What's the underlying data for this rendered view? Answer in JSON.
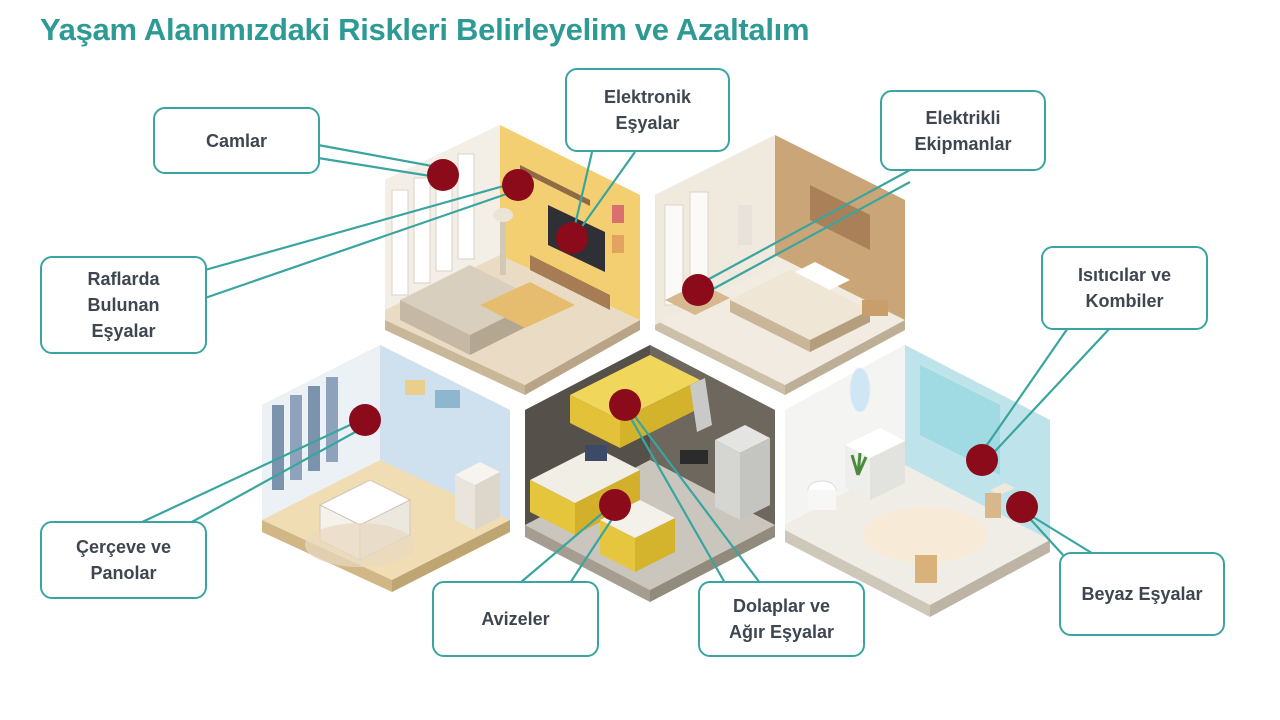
{
  "title": "Yaşam Alanımızdaki Riskleri Belirleyelim ve Azaltalım",
  "colors": {
    "accent": "#2e9a96",
    "line": "#3aa5a0",
    "marker": "#8b0b1a",
    "text": "#3e4650"
  },
  "callouts": {
    "camlar": "Camlar",
    "elektronik": "Elektronik\nEşyalar",
    "elektrikli": "Elektrikli\nEkipmanlar",
    "raflarda": "Raflarda\nBulunan\nEşyalar",
    "isiticilar": "Isıtıcılar ve\nKombiler",
    "cerceve": "Çerçeve ve\nPanolar",
    "avizeler": "Avizeler",
    "dolaplar": "Dolaplar ve\nAğır Eşyalar",
    "beyaz": "Beyaz Eşyalar"
  }
}
